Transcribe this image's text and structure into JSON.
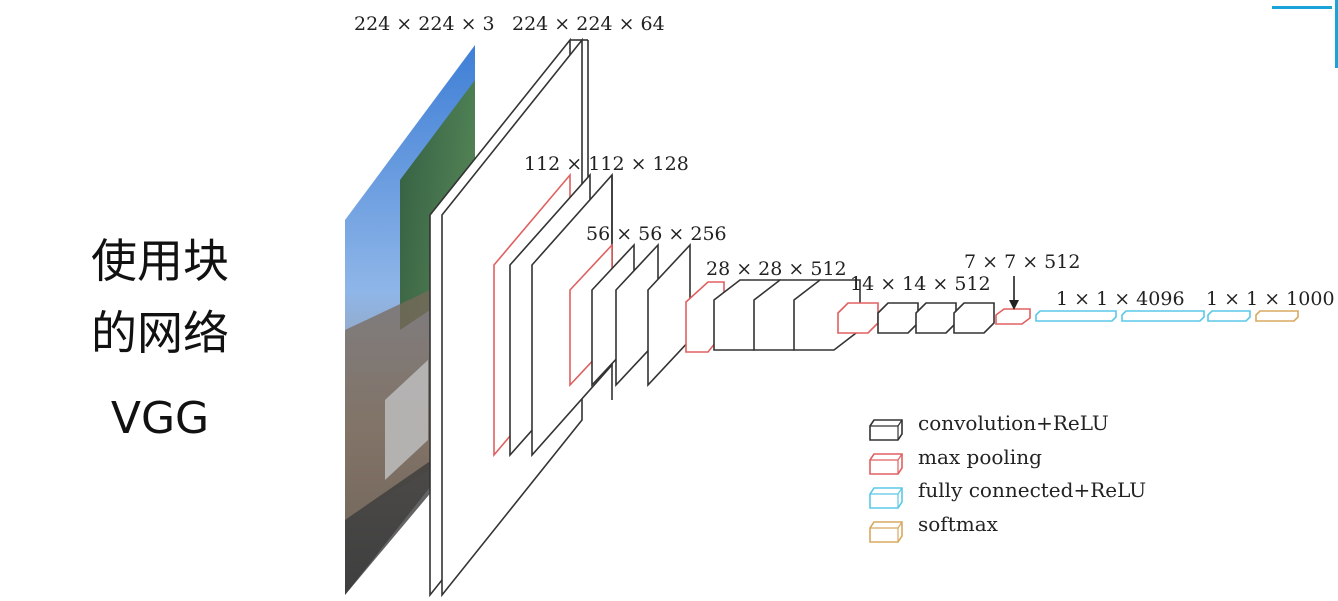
{
  "title": {
    "line1": "使用块",
    "line2": "的网络",
    "line3": "VGG"
  },
  "layers": [
    {
      "label": "224 × 224 × 3",
      "kind": "input"
    },
    {
      "label": "224 × 224 × 64",
      "kind": "conv"
    },
    {
      "label": "112 × 112 × 128",
      "kind": "conv"
    },
    {
      "label": "56 × 56 × 256",
      "kind": "conv"
    },
    {
      "label": "28 × 28 × 512",
      "kind": "conv"
    },
    {
      "label": "14 × 14 × 512",
      "kind": "conv"
    },
    {
      "label": "7 × 7 × 512",
      "kind": "pool"
    },
    {
      "label": "1 × 1 × 4096",
      "kind": "fc"
    },
    {
      "label": "1 × 1 × 1000",
      "kind": "softmax"
    }
  ],
  "legend": [
    {
      "label": "convolution+ReLU",
      "color": "#333333"
    },
    {
      "label": "max pooling",
      "color": "#e06060"
    },
    {
      "label": "fully connected+ReLU",
      "color": "#5cc8e8"
    },
    {
      "label": "softmax",
      "color": "#d8a860"
    }
  ]
}
